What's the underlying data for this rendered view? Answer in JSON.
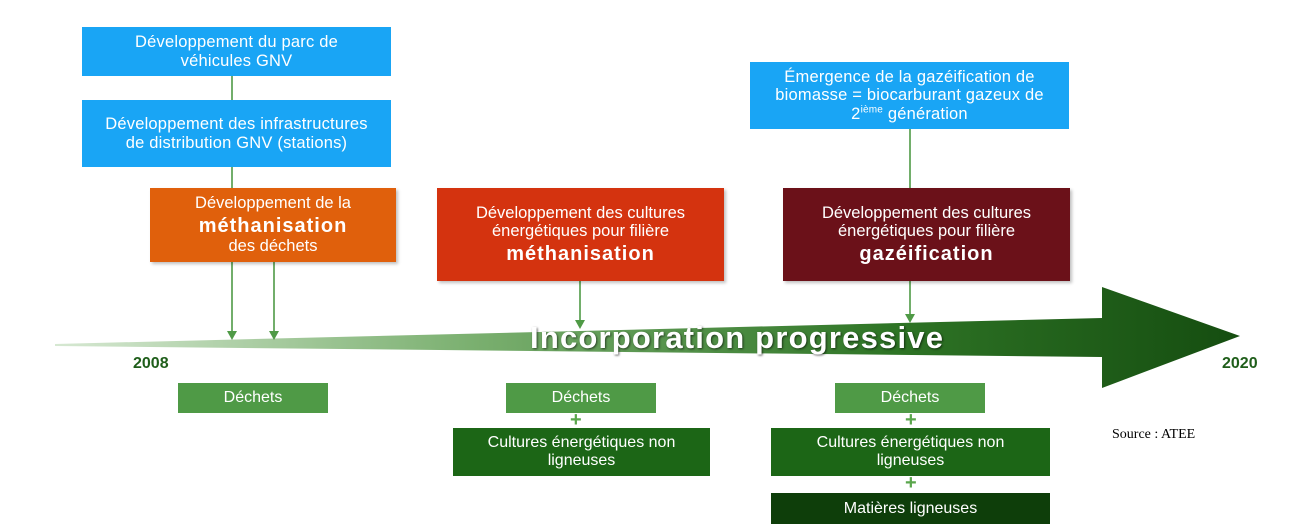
{
  "boxes": {
    "gnv_vehicles": "Développement du parc de véhicules GNV",
    "gnv_infra": "Développement des infrastructures de distribution GNV (stations)",
    "gasification_line1": "Émergence de la gazéification de biomasse = biocarburant gazeux de 2",
    "gasification_sup": "ième",
    "gasification_line2": " génération",
    "methanisation_waste_pre": "Développement de la",
    "methanisation_waste_key": "méthanisation",
    "methanisation_waste_post": "des déchets",
    "crops_methanisation_pre": "Développement des cultures énergétiques pour filière",
    "crops_methanisation_key": "méthanisation",
    "crops_gasification_pre": "Développement des cultures énergétiques pour filière",
    "crops_gasification_key": "gazéification"
  },
  "timeline": {
    "label": "Incorporation progressive",
    "start_year": "2008",
    "end_year": "2020"
  },
  "feedstocks": {
    "group1": [
      "Déchets"
    ],
    "group2": [
      "Déchets",
      "Cultures énergétiques non ligneuses"
    ],
    "group3": [
      "Déchets",
      "Cultures énergétiques non ligneuses",
      "Matières ligneuses"
    ],
    "plus": "+"
  },
  "source": "Source : ATEE",
  "colors": {
    "blue": "#19a5f5",
    "orange": "#e0600c",
    "red": "#d4330f",
    "maroon": "#6b1119",
    "light_green": "#4f9a46",
    "dark_green": "#1c6616",
    "arrow_green": "#1f5e1a"
  }
}
